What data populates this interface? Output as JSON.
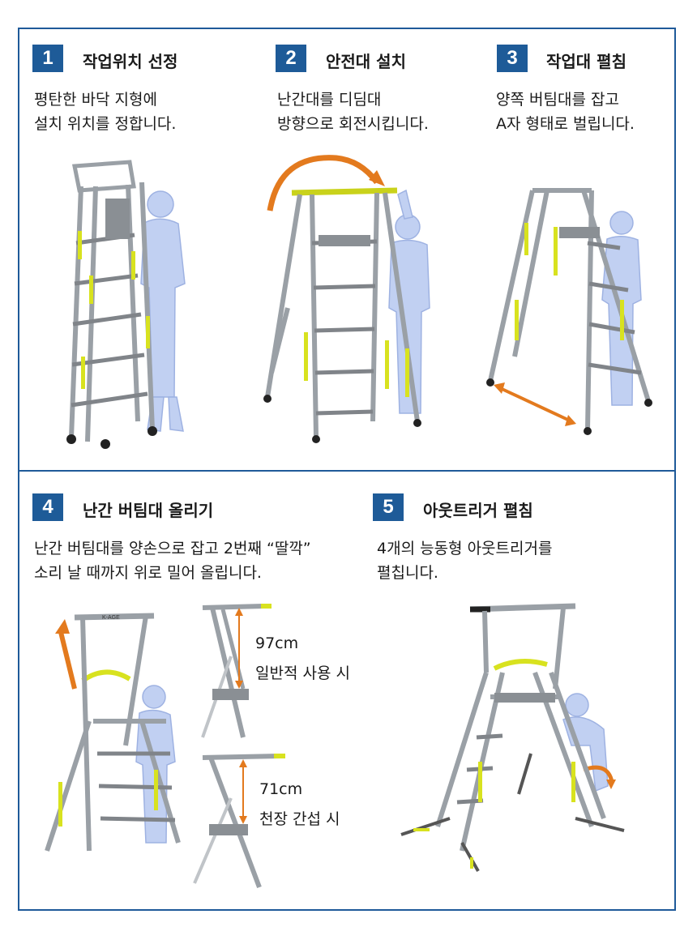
{
  "steps": [
    {
      "number": "1",
      "title": "작업위치 선정",
      "lines": [
        "평탄한 바닥 지형에",
        "설치 위치를 정합니다."
      ]
    },
    {
      "number": "2",
      "title": "안전대 설치",
      "lines": [
        "난간대를 디딤대",
        "방향으로 회전시킵니다."
      ]
    },
    {
      "number": "3",
      "title": "작업대 펼침",
      "lines": [
        "양쪽 버팀대를 잡고",
        "A자 형태로 벌립니다."
      ]
    },
    {
      "number": "4",
      "title": "난간 버팀대 올리기",
      "lines": [
        "난간 버팀대를 양손으로 잡고 2번째 “딸깍”",
        "소리 날 때까지 위로 밀어 올립니다."
      ]
    },
    {
      "number": "5",
      "title": "아웃트리거 펼침",
      "lines": [
        "4개의 능동형 아웃트리거를",
        "펼칩니다."
      ]
    }
  ],
  "measurements": [
    {
      "value": "97cm",
      "label": "일반적 사용 시"
    },
    {
      "value": "71cm",
      "label": "천장 간섭 시"
    }
  ],
  "platform_brand": "K-AGE",
  "colors": {
    "border": "#1f5a99",
    "badge": "#1e5b98",
    "accent_arrow": "#e37a1e",
    "ladder": "#a9adb2",
    "highlight": "#d8e21f",
    "figure": "#9db4e8"
  }
}
